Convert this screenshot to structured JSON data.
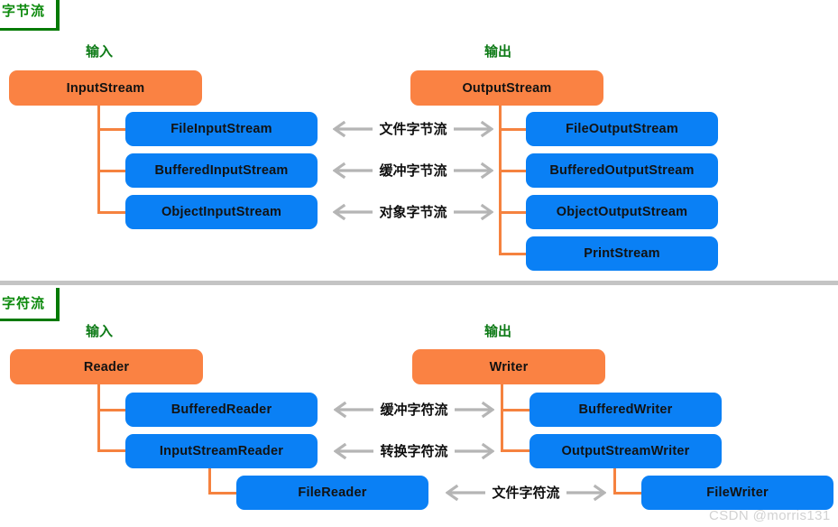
{
  "diagram": {
    "title_colors": {
      "orange": "#fa8243",
      "blue": "#0a80f5",
      "green": "#0d8a0d",
      "arrow_grey": "#b5b5b5",
      "divider_grey": "#c4c4c4"
    },
    "watermark": "CSDN @morris131"
  },
  "byte_section": {
    "tag": "字节流",
    "input_caption": "输入",
    "output_caption": "输出",
    "input_root": "InputStream",
    "output_root": "OutputStream",
    "input_children": [
      "FileInputStream",
      "BufferedInputStream",
      "ObjectInputStream"
    ],
    "output_children": [
      "FileOutputStream",
      "BufferedOutputStream",
      "ObjectOutputStream",
      "PrintStream"
    ],
    "pair_labels": [
      "文件字节流",
      "缓冲字节流",
      "对象字节流"
    ]
  },
  "char_section": {
    "tag": "字符流",
    "input_caption": "输入",
    "output_caption": "输出",
    "input_root": "Reader",
    "output_root": "Writer",
    "input_children": [
      "BufferedReader",
      "InputStreamReader",
      "FileReader"
    ],
    "output_children": [
      "BufferedWriter",
      "OutputStreamWriter",
      "FileWriter"
    ],
    "pair_labels": [
      "缓冲字符流",
      "转换字符流",
      "文件字符流"
    ]
  }
}
